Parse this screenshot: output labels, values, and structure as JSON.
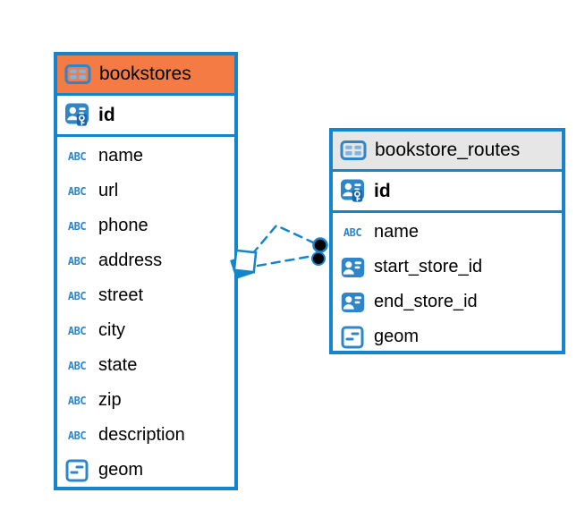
{
  "colors": {
    "accent_blue": "#1485CC",
    "icon_blue": "#2E86C8",
    "icon_cell_blue": "#7FB5E2",
    "key_patch_blue": "#1766A9",
    "bookstores_header": "#F4network7B44",
    "routes_header": "#E6E6E6",
    "dot_black": "#000000"
  },
  "icons": {
    "text_glyph": "ABC"
  },
  "diagram": {
    "tables": [
      {
        "name": "bookstores",
        "icon": "table-icon",
        "header_color": "#F47B44",
        "primary_key": {
          "name": "id",
          "icon": "primary-key-icon"
        },
        "columns": [
          {
            "name": "name",
            "icon": "text-icon"
          },
          {
            "name": "url",
            "icon": "text-icon"
          },
          {
            "name": "phone",
            "icon": "text-icon"
          },
          {
            "name": "address",
            "icon": "text-icon"
          },
          {
            "name": "street",
            "icon": "text-icon"
          },
          {
            "name": "city",
            "icon": "text-icon"
          },
          {
            "name": "state",
            "icon": "text-icon"
          },
          {
            "name": "zip",
            "icon": "text-icon"
          },
          {
            "name": "description",
            "icon": "text-icon"
          },
          {
            "name": "geom",
            "icon": "geometry-icon"
          }
        ]
      },
      {
        "name": "bookstore_routes",
        "icon": "table-icon",
        "header_color": "#E6E6E6",
        "primary_key": {
          "name": "id",
          "icon": "primary-key-icon"
        },
        "columns": [
          {
            "name": "name",
            "icon": "text-icon"
          },
          {
            "name": "start_store_id",
            "icon": "id-badge-icon"
          },
          {
            "name": "end_store_id",
            "icon": "id-badge-icon"
          },
          {
            "name": "geom",
            "icon": "geometry-icon"
          }
        ]
      }
    ],
    "relationship": {
      "from_table": "bookstores",
      "to_table": "bookstore_routes",
      "line_style": "dashed",
      "line_count": 2
    }
  }
}
